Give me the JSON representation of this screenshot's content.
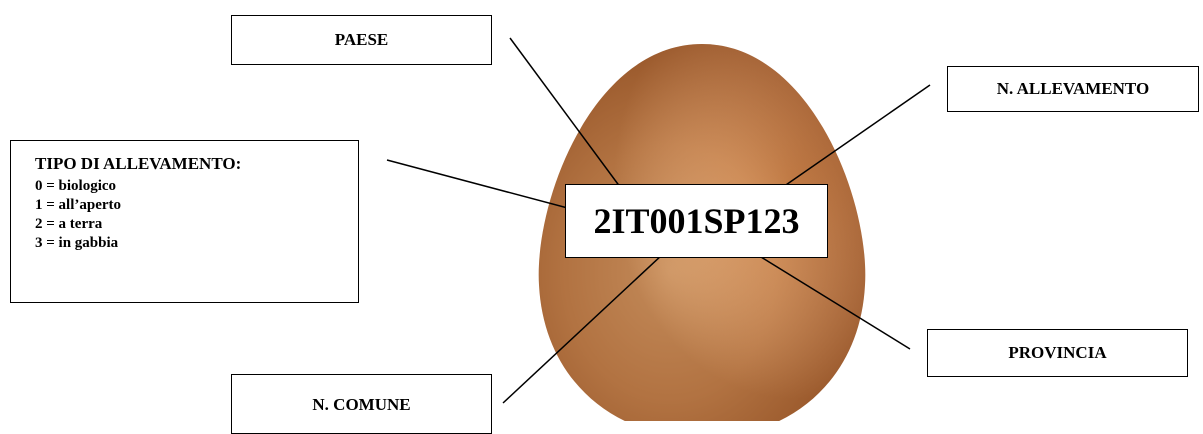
{
  "labels": {
    "paese": "PAESE",
    "allevamento": "N. ALLEVAMENTO",
    "provincia": "PROVINCIA",
    "comune": "N. COMUNE"
  },
  "code": "2IT001SP123",
  "tipo": {
    "title": "TIPO DI ALLEVAMENTO:",
    "items": [
      "0 = biologico",
      "1 = all’aperto",
      "2 = a terra",
      "3 = in gabbia"
    ]
  },
  "colors": {
    "egg_light": "#e3a267",
    "egg_mid": "#c97c45",
    "egg_dark": "#8a4a22"
  }
}
